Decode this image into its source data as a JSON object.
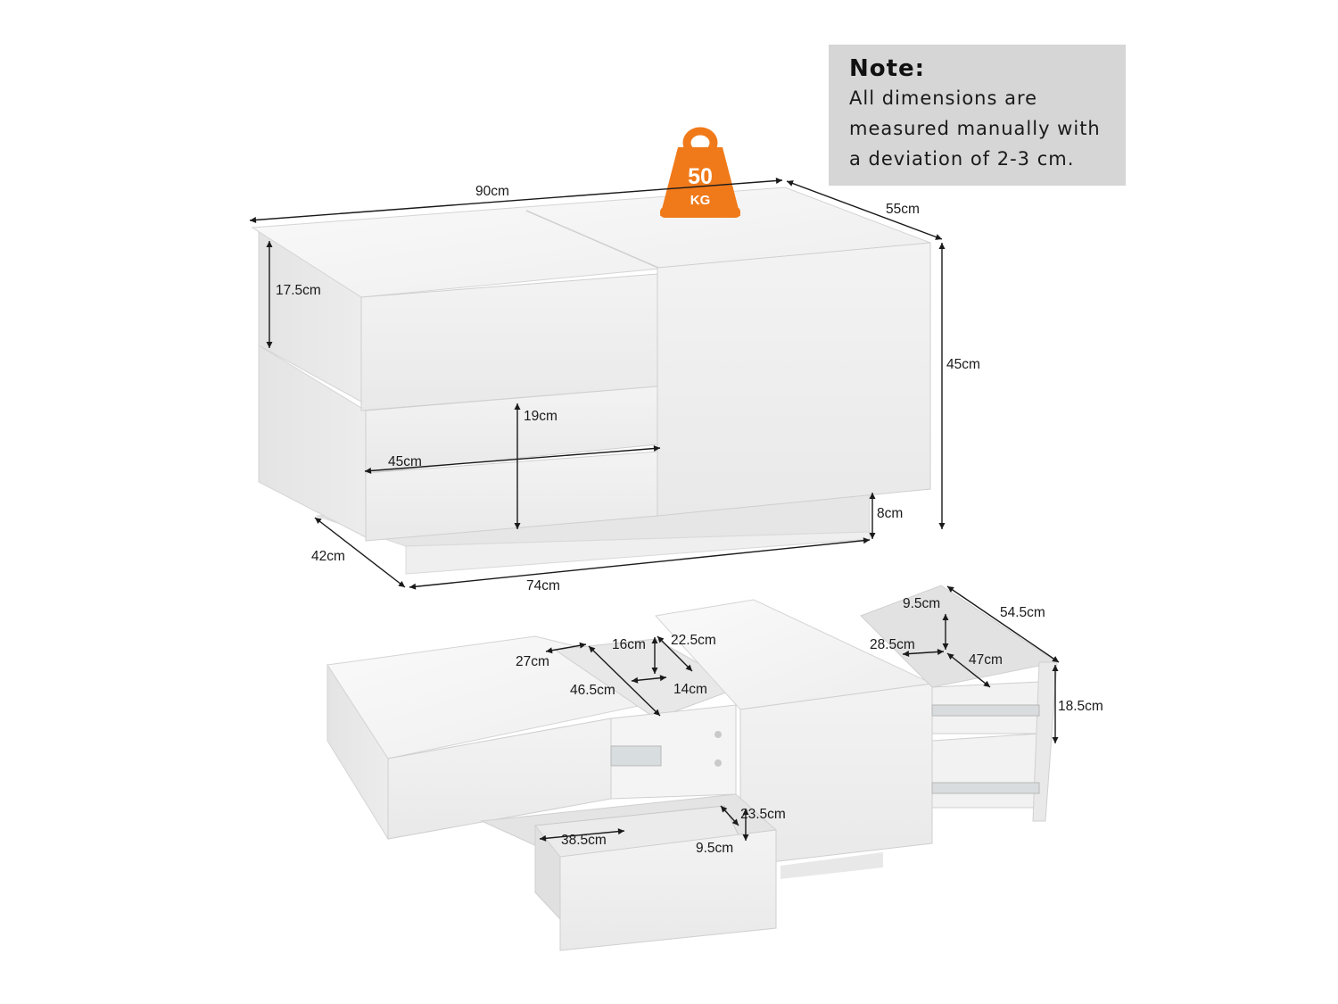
{
  "note": {
    "title": "Note:",
    "lines": [
      "All dimensions are",
      "measured manually with",
      "a deviation of 2-3 cm."
    ]
  },
  "weight_badge": {
    "value": "50",
    "unit": "KG",
    "color": "#f07a1a",
    "icon": "weight-icon"
  },
  "top_view_dims": {
    "width": "90cm",
    "depth": "55cm",
    "height": "45cm",
    "top_drawer_height": "17.5cm",
    "drawer_height": "19cm",
    "drawer_width": "45cm",
    "plinth_height": "8cm",
    "plinth_depth": "42cm",
    "plinth_width": "74cm"
  },
  "open_view_dims": {
    "side_depth": "54.5cm",
    "side_drawer_inner_height": "9.5cm",
    "side_drawer_inner_width": "28.5cm",
    "side_drawer_inner_depth": "47cm",
    "side_drawer_height": "18.5cm",
    "compartment_width": "27cm",
    "compartment_depth": "46.5cm",
    "compartment_a": "16cm",
    "compartment_b": "22.5cm",
    "compartment_c": "14cm",
    "front_drawer_width": "38.5cm",
    "front_drawer_height": "9.5cm",
    "front_drawer_depth": "23.5cm"
  },
  "colors": {
    "furniture": "#f2f2f2",
    "edge": "#cfcfcf",
    "note_bg": "#d6d6d6"
  }
}
